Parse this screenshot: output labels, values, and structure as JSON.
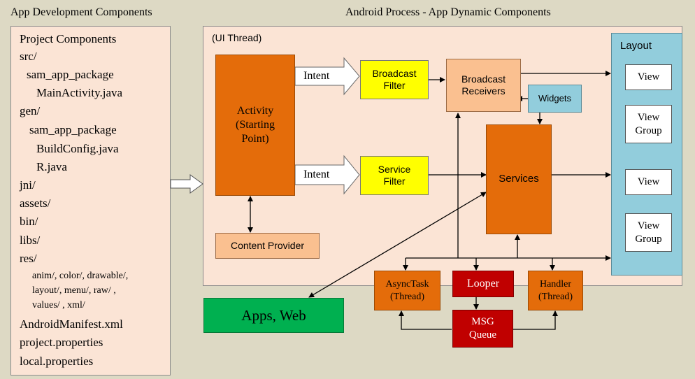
{
  "headers": {
    "left": "App Development Components",
    "right": "Android Process - App Dynamic Components"
  },
  "project_tree": [
    "Project Components",
    "src/",
    "sam_app_package",
    "MainActivity.java",
    "gen/",
    "sam_app_package",
    "BuildConfig.java",
    "R.java",
    "jni/",
    "assets/",
    "bin/",
    "libs/",
    "res/",
    "anim/, color/, drawable/,",
    "layout/, menu/, raw/ ,",
    "values/ , xml/",
    "AndroidManifest.xml",
    "project.properties",
    "local.properties"
  ],
  "ui_thread": {
    "label": "(UI Thread)",
    "activity": [
      "Activity",
      "(Starting",
      "Point)"
    ],
    "intent_top": "Intent",
    "intent_bottom": "Intent",
    "broadcast_filter": [
      "Broadcast",
      "Filter"
    ],
    "service_filter": [
      "Service",
      "Filter"
    ],
    "broadcast_receivers": [
      "Broadcast",
      "Receivers"
    ],
    "widgets": "Widgets",
    "services": "Services",
    "content_provider": "Content Provider"
  },
  "layout": {
    "title": "Layout",
    "items": [
      [
        "View"
      ],
      [
        "View",
        "Group"
      ],
      [
        "View"
      ],
      [
        "View",
        "Group"
      ]
    ]
  },
  "threads": {
    "asynctask": [
      "AsyncTask",
      "(Thread)"
    ],
    "looper": "Looper",
    "handler": [
      "Handler",
      "(Thread)"
    ],
    "msg_queue": [
      "MSG",
      "Queue"
    ]
  },
  "apps_web": "Apps, Web",
  "colors": {
    "background": "#ddd9c4",
    "panel": "#fbe4d5",
    "orange": "#e46c0a",
    "yellow": "#ffff00",
    "peach": "#fac090",
    "light_blue": "#92cddc",
    "red": "#c00000",
    "green": "#00b050"
  }
}
